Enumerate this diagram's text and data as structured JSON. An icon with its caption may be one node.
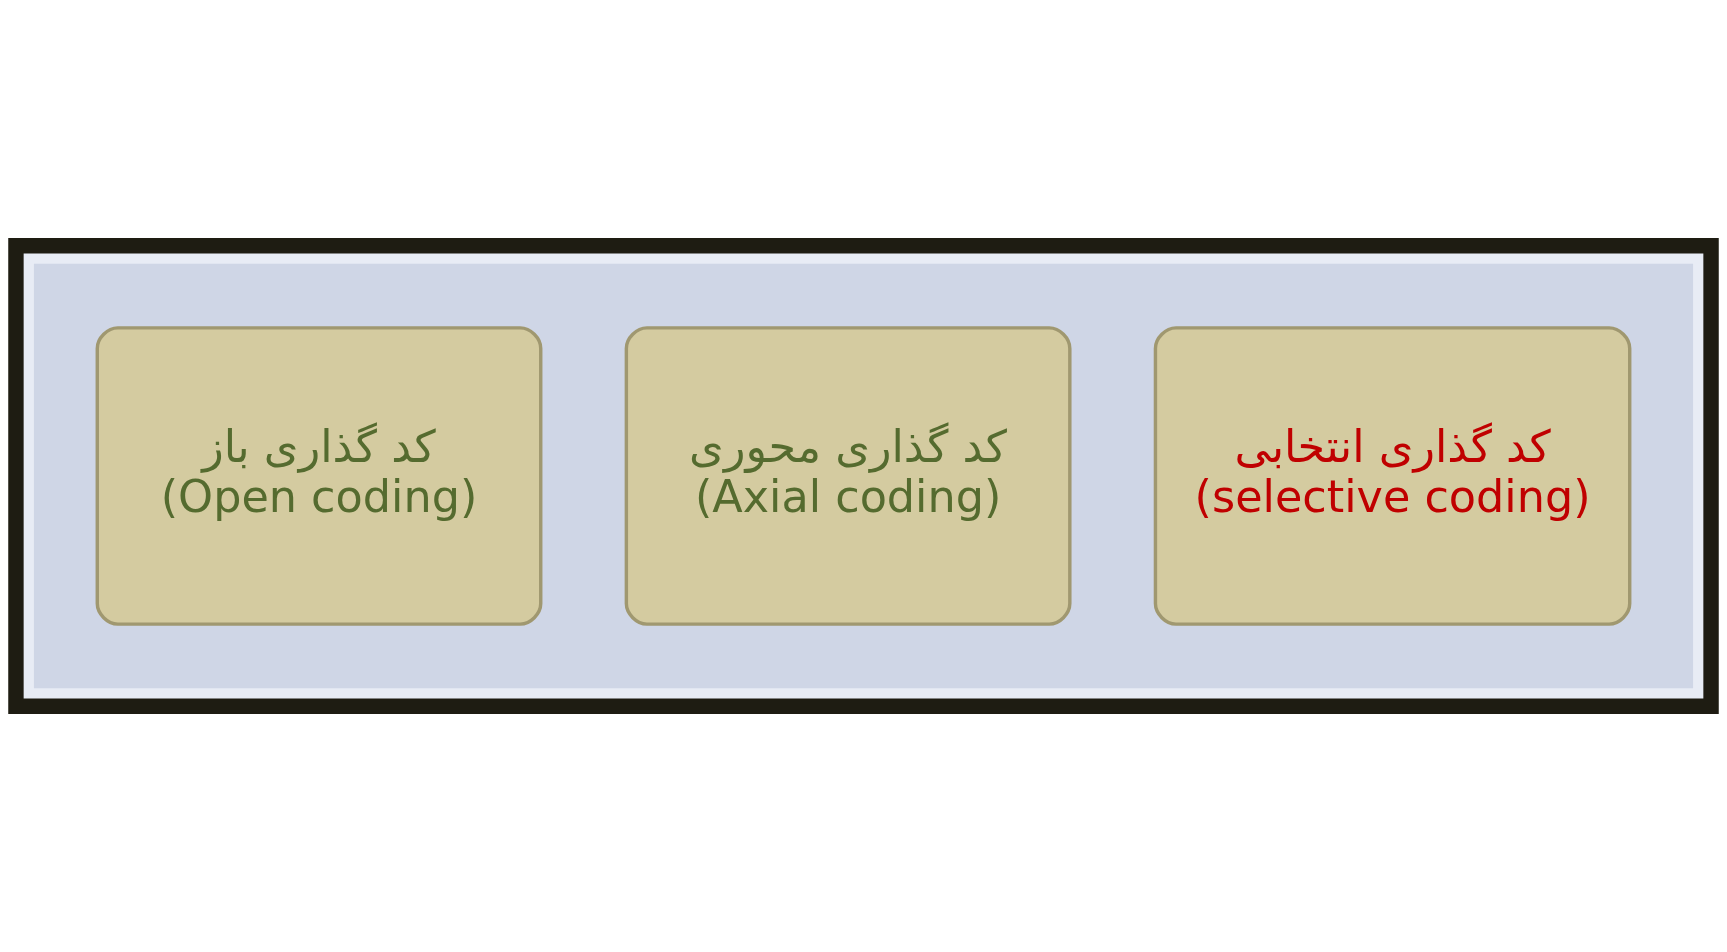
{
  "diagram": {
    "nodes": [
      {
        "text": [],
        "shape": "arrow"
      },
      {
        "text": [
          "کد گذاری باز",
          "(Open coding)"
        ],
        "in": 0
      },
      {
        "text": [
          "کد گذاری محوری",
          "(Axial coding)"
        ],
        "in": 0
      },
      {
        "text": [
          "کد گذاری انتخابی",
          "(selective coding)"
        ],
        "in": 0
      }
    ]
  }
}
